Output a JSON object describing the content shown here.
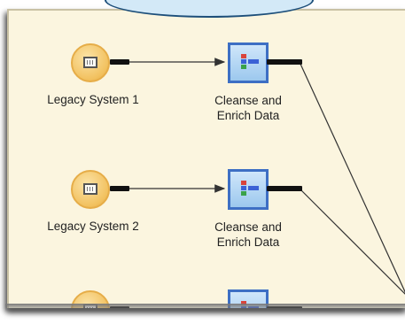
{
  "canvas": {
    "background": "#fbf5df",
    "connector_color": "#333333"
  },
  "rows": [
    {
      "source_label": "Legacy System 1",
      "transform_label_line1": "Cleanse and",
      "transform_label_line2": "Enrich Data"
    },
    {
      "source_label": "Legacy System 2",
      "transform_label_line1": "Cleanse and",
      "transform_label_line2": "Enrich Data"
    },
    {
      "source_label": "",
      "transform_label_line1": "",
      "transform_label_line2": ""
    }
  ],
  "icons": {
    "source": "legacy-system-icon",
    "transform": "cleanse-transform-icon"
  }
}
